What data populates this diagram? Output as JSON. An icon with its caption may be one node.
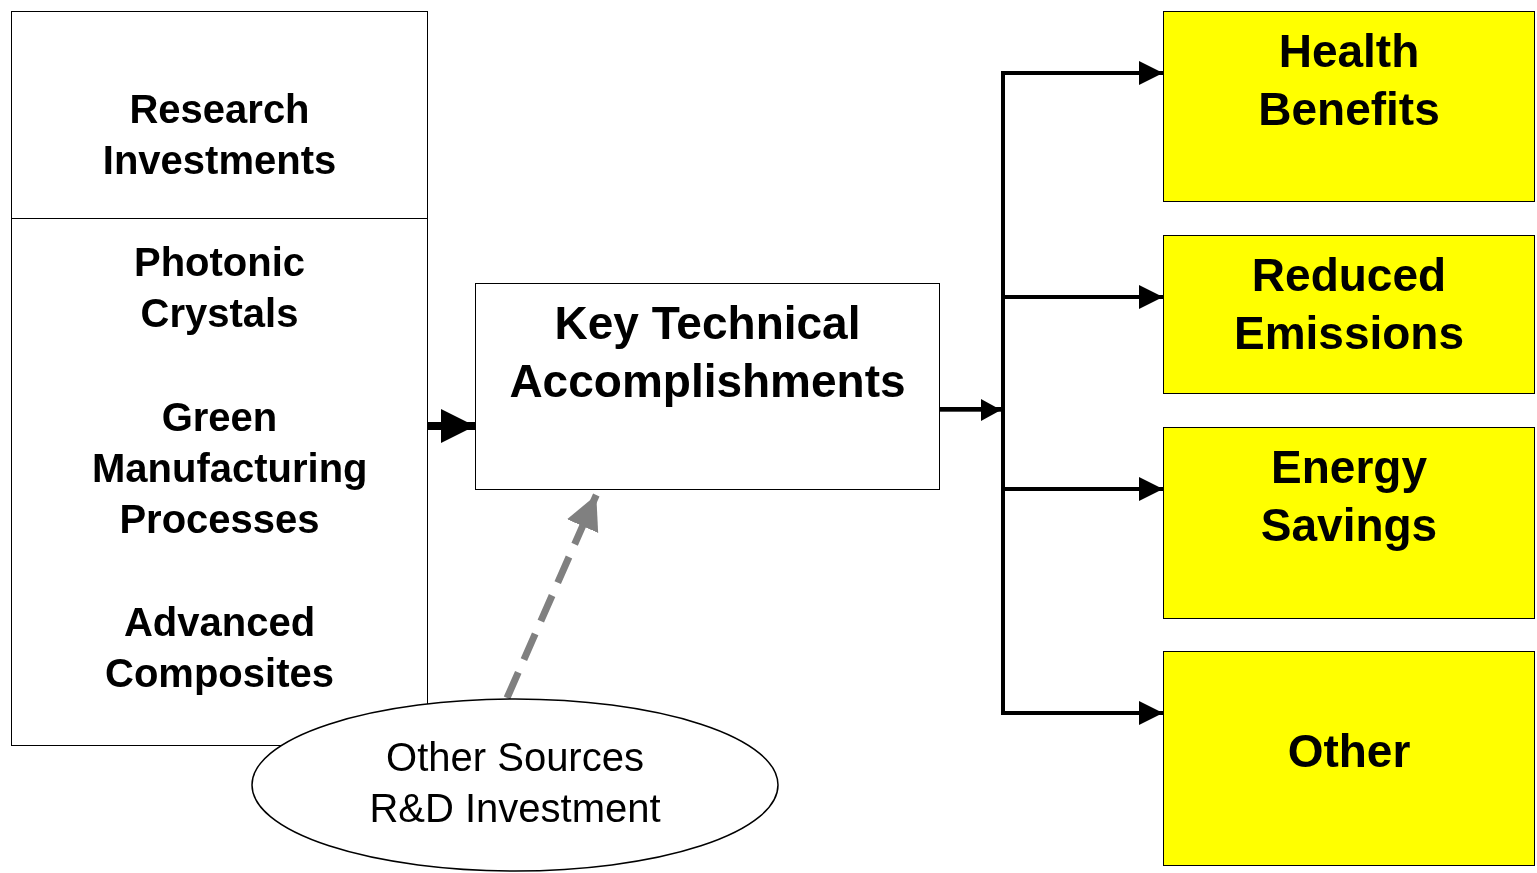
{
  "diagram": {
    "nodes": [
      {
        "text": [
          "Research Investments",
          "Photonic Crystals",
          "Green Manufacturing Processes",
          "Advanced Composites"
        ]
      },
      {
        "text": [
          "Key Technical Accomplishments"
        ]
      },
      {
        "text": [
          "Other Sources R&D Investment"
        ]
      },
      {
        "text": [
          "Health Benefits"
        ]
      },
      {
        "text": [
          "Reduced Emissions"
        ]
      },
      {
        "text": [
          "Energy Savings"
        ]
      },
      {
        "text": [
          "Other"
        ]
      }
    ],
    "edges": [
      {
        "from": 0,
        "to": 1,
        "arrow": "to",
        "style": "thick"
      },
      {
        "from": 2,
        "to": 1,
        "arrow": "to",
        "style": "dashed",
        "color": "#808080"
      },
      {
        "from": 1,
        "to": 3,
        "arrow": "to"
      },
      {
        "from": 1,
        "to": 4,
        "arrow": "to"
      },
      {
        "from": 1,
        "to": 5,
        "arrow": "to"
      },
      {
        "from": 1,
        "to": 6,
        "arrow": "to"
      }
    ]
  }
}
